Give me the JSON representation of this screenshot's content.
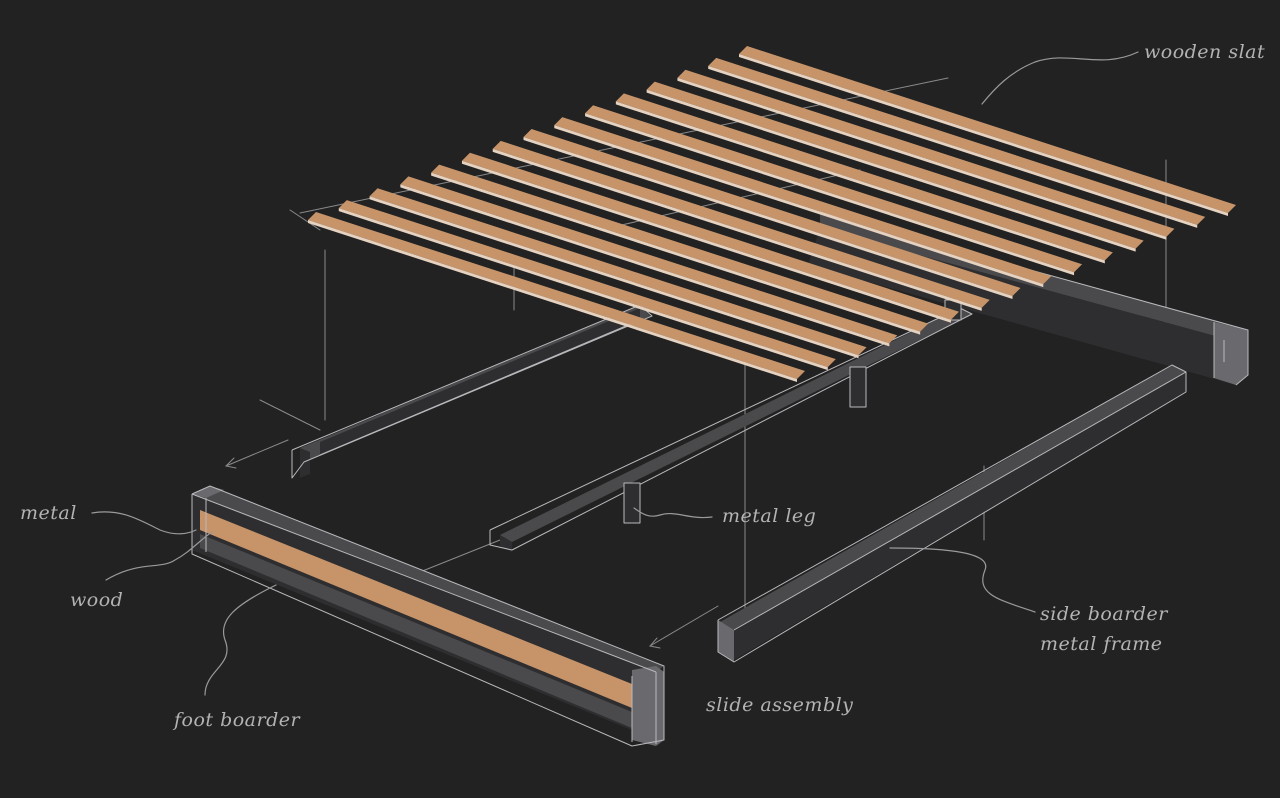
{
  "colors": {
    "background": "#222222",
    "slat_wood": "#c7946a",
    "frame_metal": "#4a4a4d",
    "line_sketch": "#8a8a8a",
    "label_text": "#b3b3b3"
  },
  "labels": {
    "wooden_slat": "wooden slat",
    "metal": "metal",
    "wood": "wood",
    "foot_boarder": "foot boarder",
    "metal_leg": "metal leg",
    "side_boarder_line1": "side boarder",
    "side_boarder_line2": "metal frame",
    "slide_assembly": "slide assembly"
  },
  "diagram": {
    "slat_count": 15
  }
}
